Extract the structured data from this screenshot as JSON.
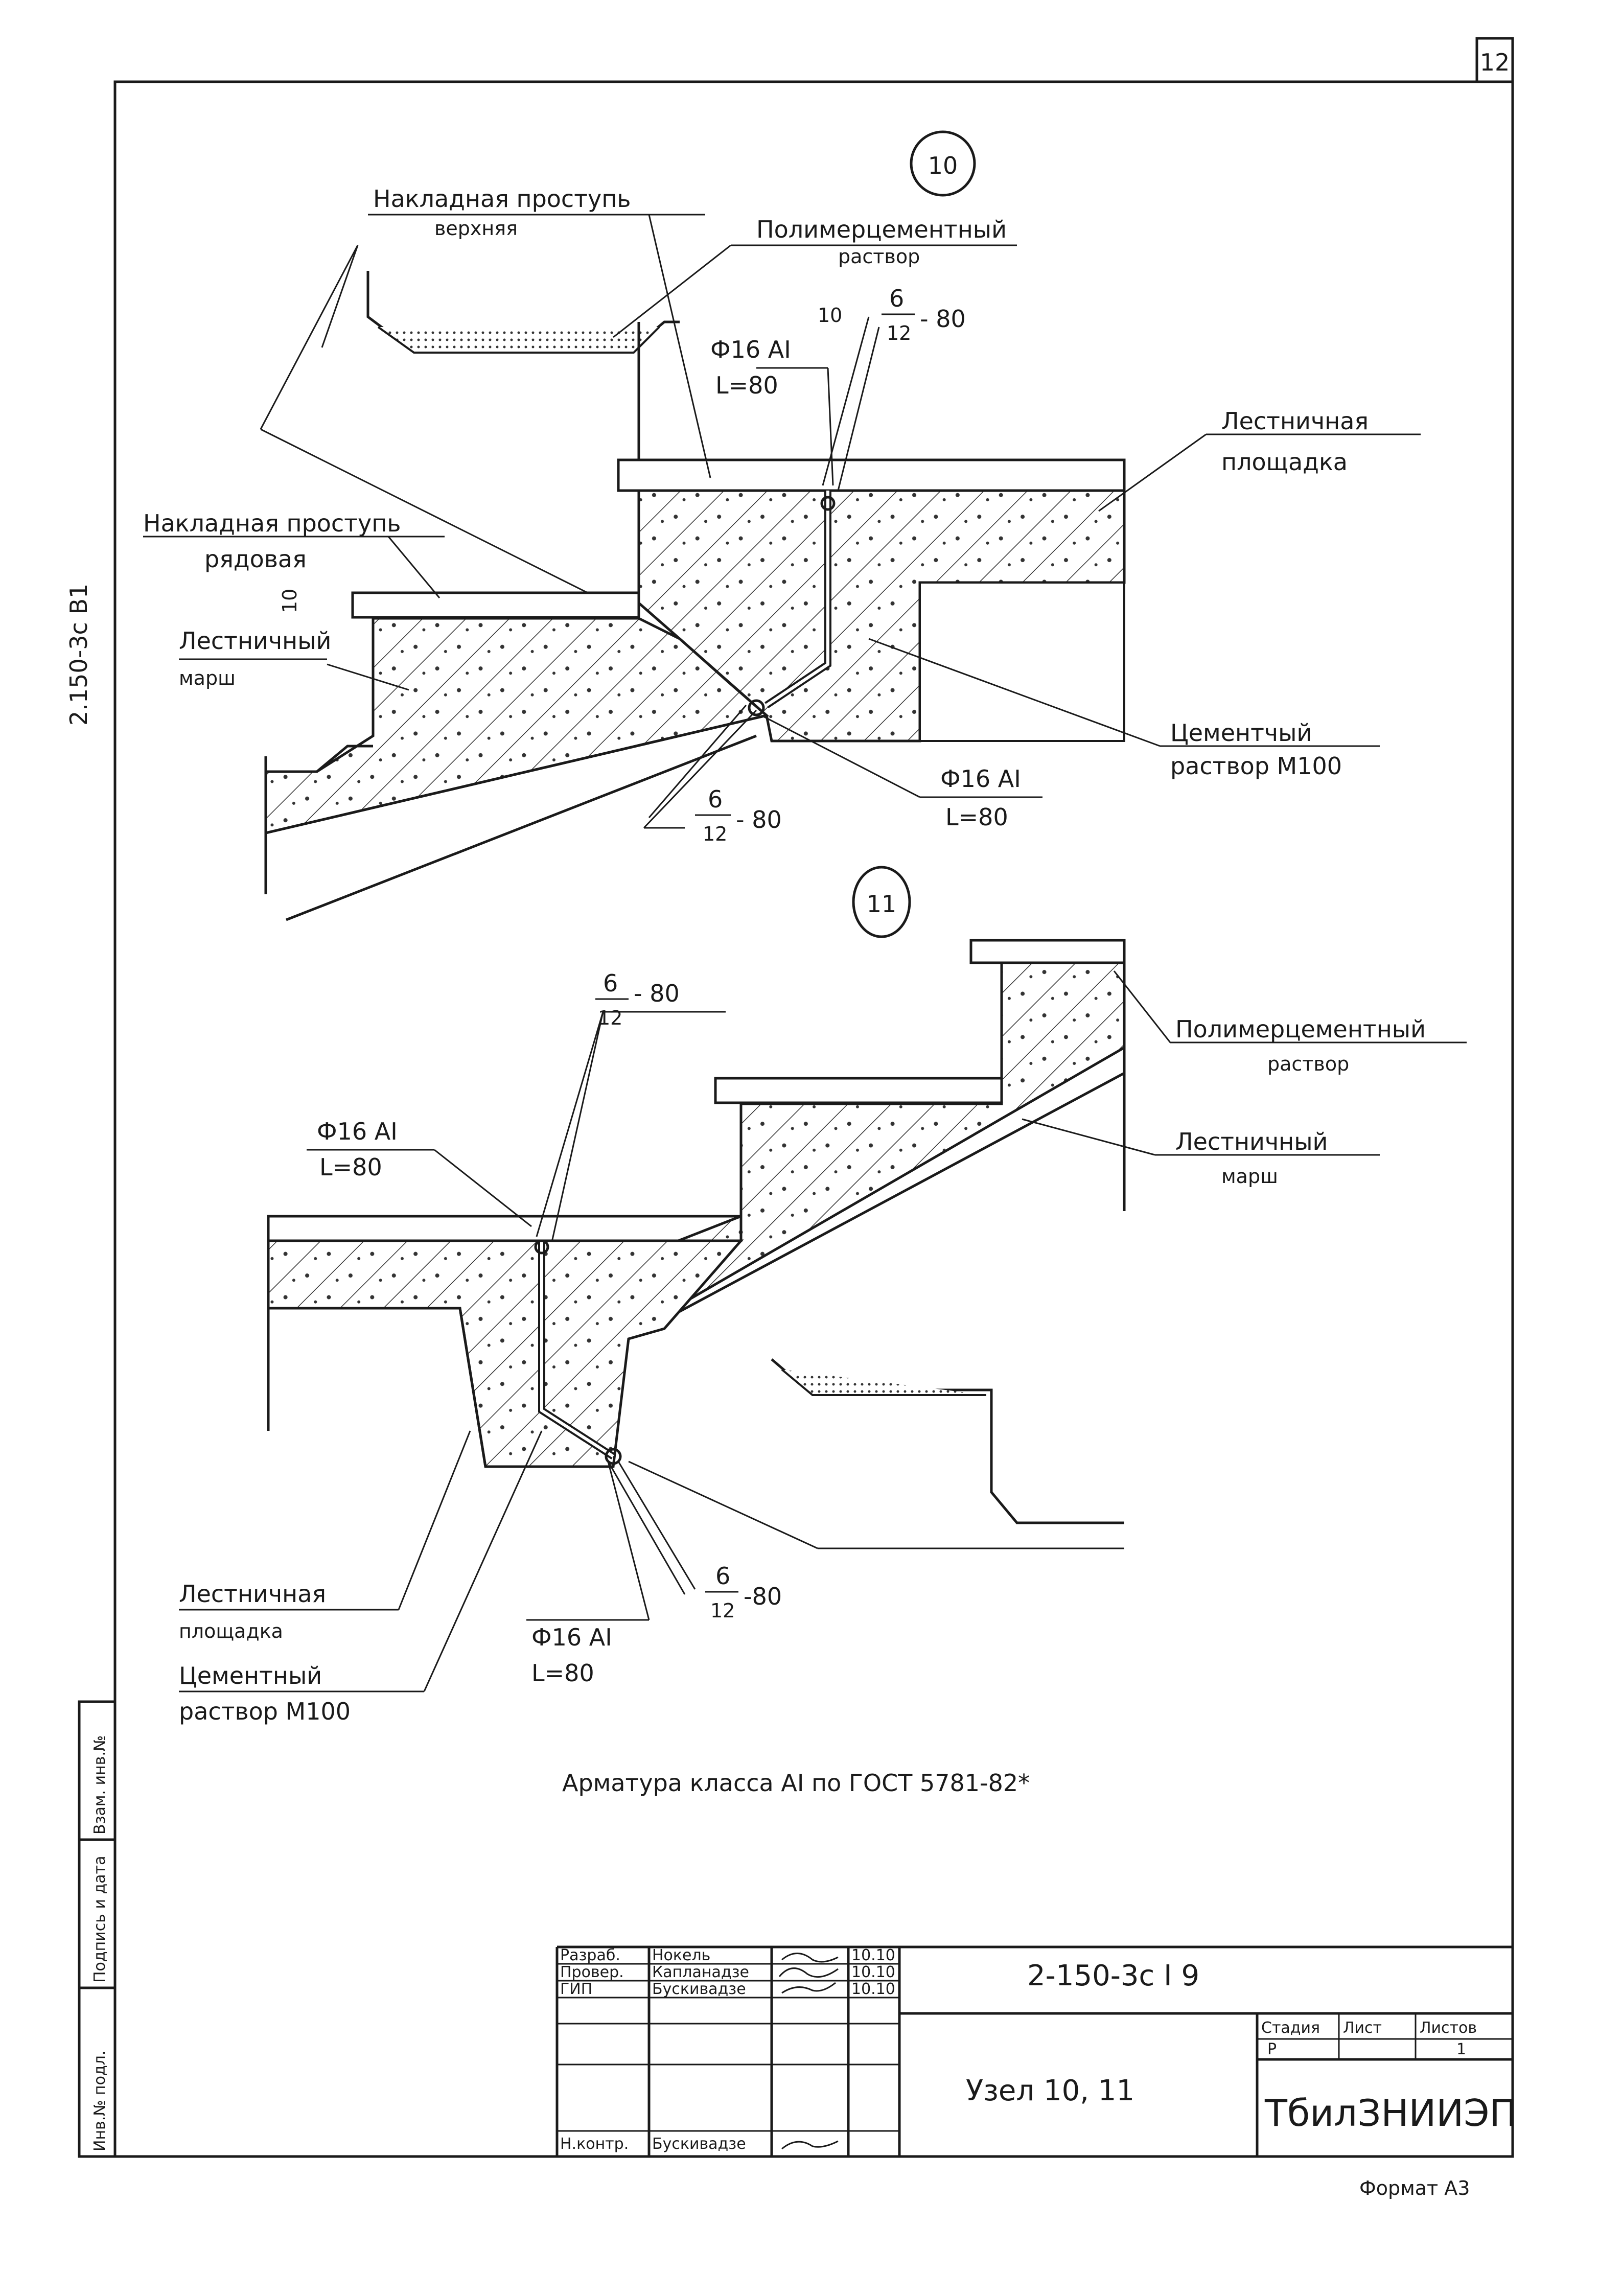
{
  "sheet": {
    "number": "12",
    "side_code": "2.150-3с В1",
    "format": "Формат А3"
  },
  "node10": {
    "marker": "10",
    "labels": {
      "upper_tread_1": "Накладная проступь",
      "upper_tread_2": "верхняя",
      "polymer_1": "Полимерцементный",
      "polymer_2": "раствор",
      "dim_10": "10",
      "mesh_top_num": "6",
      "mesh_top_den": "12",
      "mesh_top_step": "- 80",
      "rebar_top_1": "Ф16 АI",
      "rebar_top_2": "L=80",
      "landing_1": "Лестничная",
      "landing_2": "площадка",
      "row_tread_1": "Накладная проступь",
      "row_tread_2": "рядовая",
      "dim_10b": "10",
      "flight_1": "Лестничный",
      "flight_2": "марш",
      "cement_1": "Цементчый",
      "cement_2": "раствор М100",
      "rebar_bot_1": "Ф16 АI",
      "rebar_bot_2": "L=80",
      "mesh_bot_num": "6",
      "mesh_bot_den": "12",
      "mesh_bot_step": "- 80"
    }
  },
  "node11": {
    "marker": "11",
    "labels": {
      "mesh_top_num": "6",
      "mesh_top_den": "12",
      "mesh_top_step": "- 80",
      "polymer_1": "Полимерцементный",
      "polymer_2": "раствор",
      "rebar_top_1": "Ф16 АI",
      "rebar_top_2": "L=80",
      "flight_1": "Лестничный",
      "flight_2": "марш",
      "mesh_bot_num": "6",
      "mesh_bot_den": "12",
      "mesh_bot_step": "-80",
      "landing_1": "Лестничная",
      "landing_2": "площадка",
      "rebar_bot_1": "Ф16 АI",
      "rebar_bot_2": "L=80",
      "cement_1": "Цементный",
      "cement_2": "раствор М100"
    }
  },
  "note": "Арматура класса АI по ГОСТ 5781-82*",
  "side_stamp": [
    "Инв.№ подл.",
    "Подпись и дата",
    "Взам. инв.№"
  ],
  "title_block": {
    "rows": [
      {
        "role": "Разраб.",
        "name": "Нокель",
        "date": "10.10"
      },
      {
        "role": "Провер.",
        "name": "Капланадзе",
        "date": "10.10"
      },
      {
        "role": "ГИП",
        "name": "Бускивадзе",
        "date": "10.10"
      },
      {
        "role": "",
        "name": "",
        "date": ""
      },
      {
        "role": "",
        "name": "",
        "date": ""
      },
      {
        "role": "Н.контр.",
        "name": "Бускивадзе",
        "date": ""
      }
    ],
    "code": "2-150-3с I 9",
    "title": "Узел 10, 11",
    "stage_header": "Стадия",
    "sheet_header": "Лист",
    "sheets_header": "Листов",
    "stage": "Р",
    "sheet_no": "",
    "sheets_total": "1",
    "org": "ТбилЗНИИЭП"
  }
}
